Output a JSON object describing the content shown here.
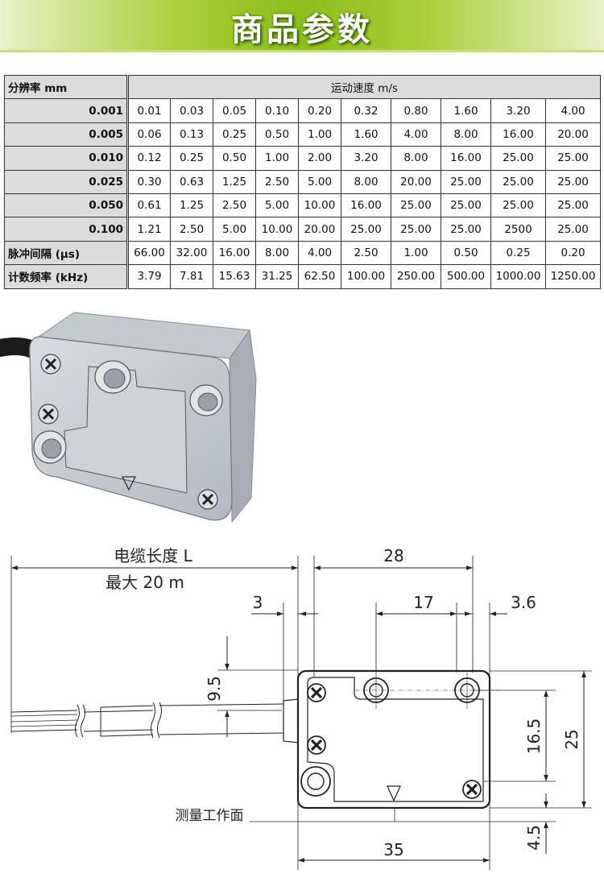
{
  "banner": {
    "title": "商品参数"
  },
  "table": {
    "res_header": "分辨率 mm",
    "speed_header": "运动速度 m/s",
    "rows": [
      {
        "res": "0.001",
        "vals": [
          "0.01",
          "0.03",
          "0.05",
          "0.10",
          "0.20",
          "0.32",
          "0.80",
          "1.60",
          "3.20",
          "4.00"
        ]
      },
      {
        "res": "0.005",
        "vals": [
          "0.06",
          "0.13",
          "0.25",
          "0.50",
          "1.00",
          "1.60",
          "4.00",
          "8.00",
          "16.00",
          "20.00"
        ]
      },
      {
        "res": "0.010",
        "vals": [
          "0.12",
          "0.25",
          "0.50",
          "1.00",
          "2.00",
          "3.20",
          "8.00",
          "16.00",
          "25.00",
          "25.00"
        ]
      },
      {
        "res": "0.025",
        "vals": [
          "0.30",
          "0.63",
          "1.25",
          "2.50",
          "5.00",
          "8.00",
          "20.00",
          "25.00",
          "25.00",
          "25.00"
        ]
      },
      {
        "res": "0.050",
        "vals": [
          "0.61",
          "1.25",
          "2.50",
          "5.00",
          "10.00",
          "16.00",
          "25.00",
          "25.00",
          "25.00",
          "25.00"
        ]
      },
      {
        "res": "0.100",
        "vals": [
          "1.21",
          "2.50",
          "5.00",
          "10.00",
          "20.00",
          "25.00",
          "25.00",
          "25.00",
          "2500",
          "25.00"
        ]
      }
    ],
    "pulse": {
      "label": "脉冲间隔 (μs)",
      "vals": [
        "66.00",
        "32.00",
        "16.00",
        "8.00",
        "4.00",
        "2.50",
        "1.00",
        "0.50",
        "0.25",
        "0.20"
      ]
    },
    "freq": {
      "label": "计数频率 (kHz)",
      "vals": [
        "3.79",
        "7.81",
        "15.63",
        "31.25",
        "62.50",
        "100.00",
        "250.00",
        "500.00",
        "1000.00",
        "1250.00"
      ]
    }
  },
  "drawing": {
    "cable_length_label": "电缆长度 L",
    "cable_max_label": "最大 20 m",
    "dim_28": "28",
    "dim_3": "3",
    "dim_17": "17",
    "dim_3_6": "3.6",
    "dim_9_5": "9.5",
    "dim_16_5": "16.5",
    "dim_25": "25",
    "dim_4_5": "4.5",
    "dim_35": "35",
    "measure_face_label": "测量工作面"
  },
  "colors": {
    "banner_green": "#8dbd1c",
    "header_gray": "#dcdcdc"
  }
}
